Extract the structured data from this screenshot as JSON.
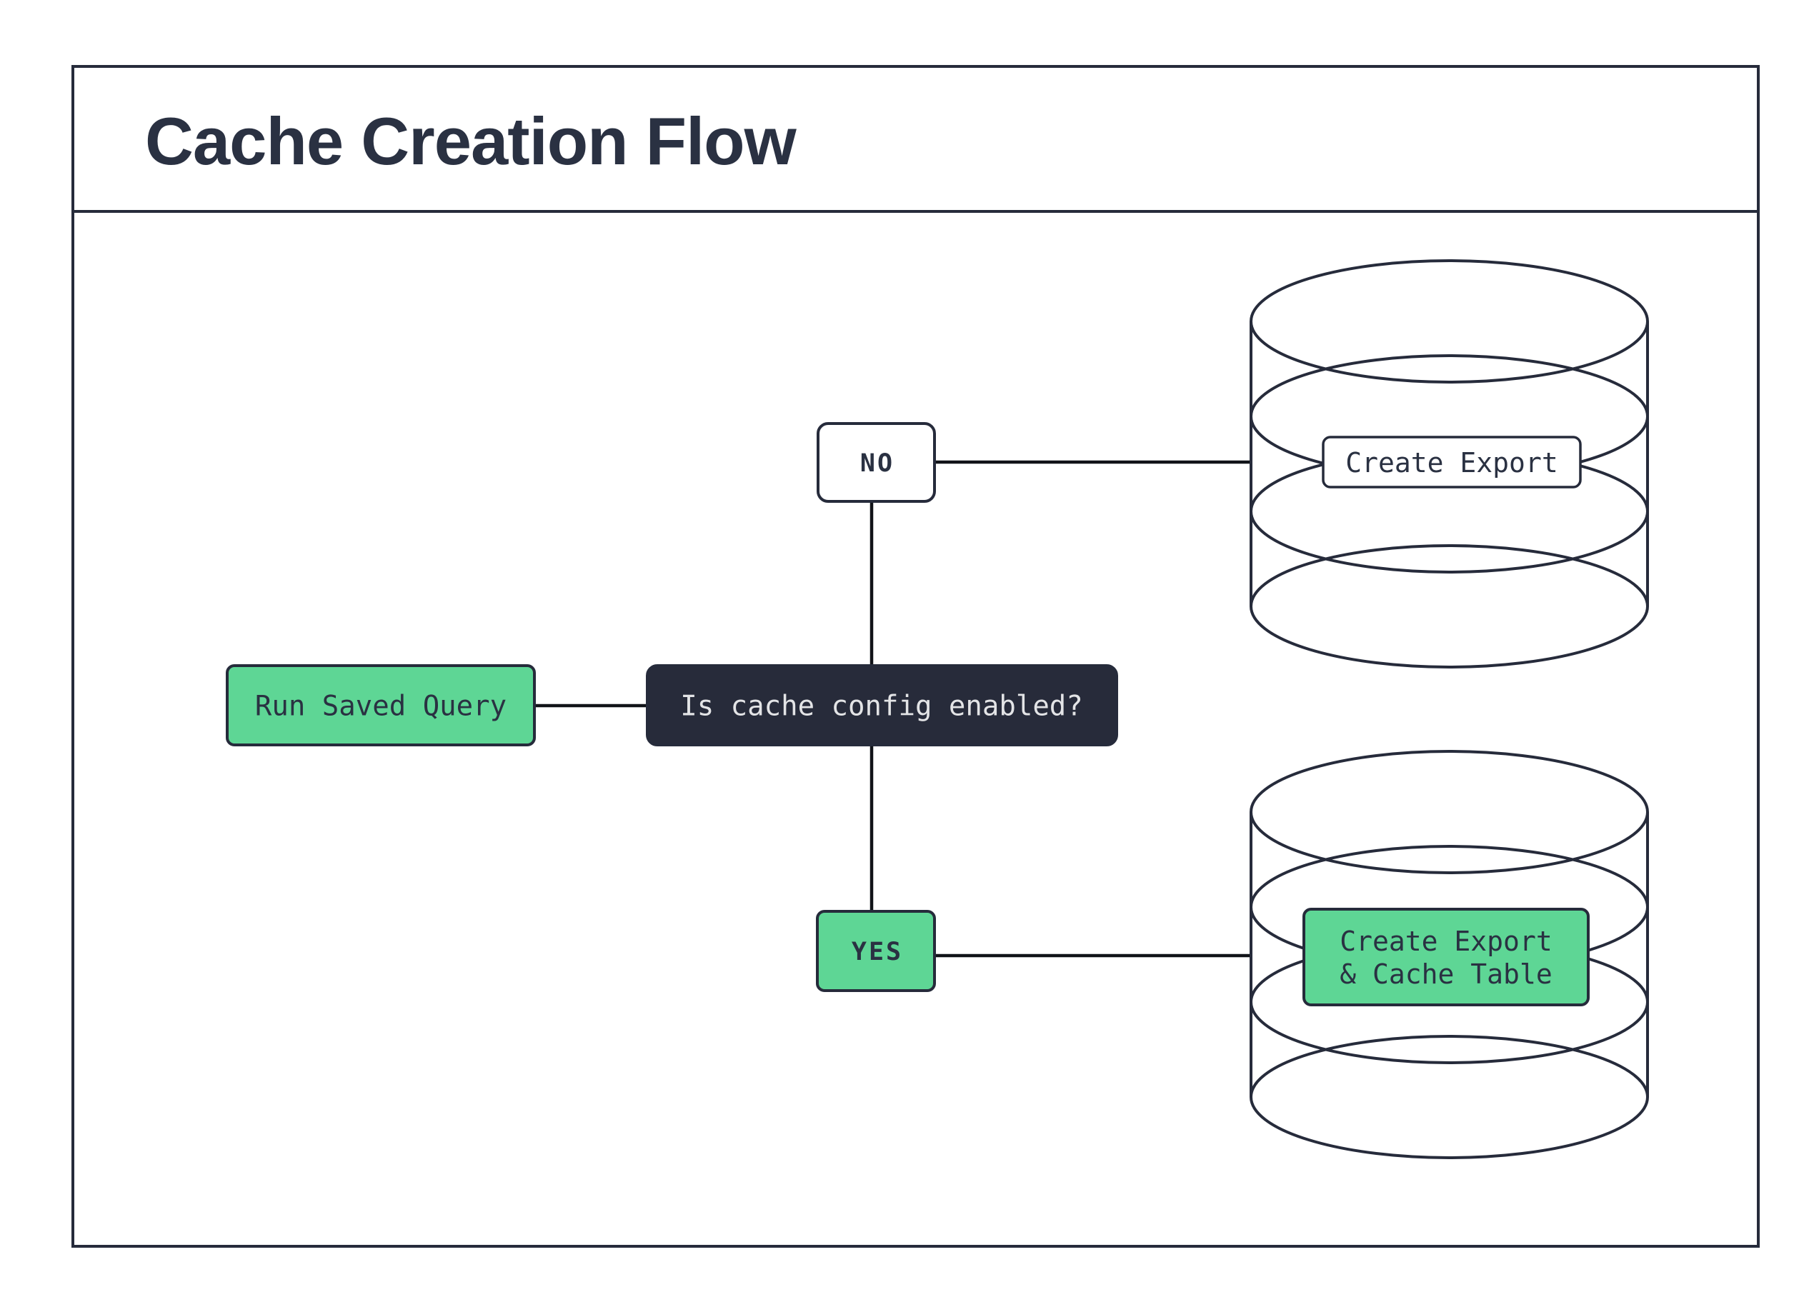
{
  "title": "Cache Creation Flow",
  "colors": {
    "ink": "#262b3b",
    "connector_line": "#111318",
    "green": "#5ed695",
    "decision_fill": "#272b3a",
    "decision_text": "#e3e4e6",
    "background": "#ffffff"
  },
  "flow": {
    "start": {
      "label": "Run Saved Query"
    },
    "decision": {
      "label": "Is cache config enabled?"
    },
    "branch_no": {
      "label": "NO"
    },
    "branch_yes": {
      "label": "YES"
    },
    "no_result": {
      "label": "Create Export"
    },
    "yes_result": {
      "label_line1": "Create Export",
      "label_line2": "& Cache Table"
    }
  }
}
